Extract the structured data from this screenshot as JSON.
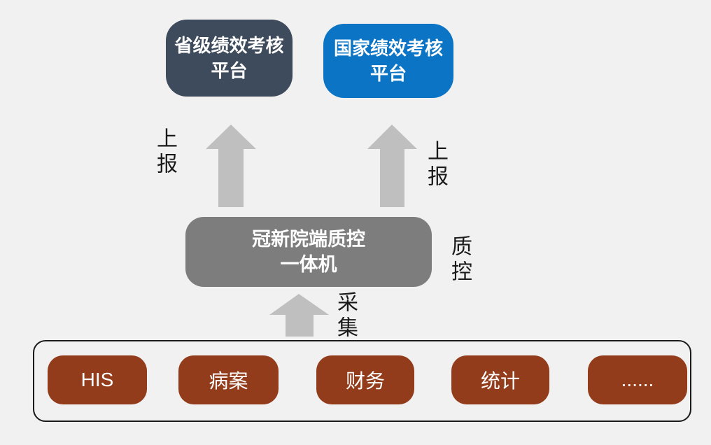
{
  "page": {
    "background_color": "#F1F1F1",
    "type": "architecture-diagram"
  },
  "platforms": [
    {
      "id": "provincial",
      "lines": [
        "省级绩效考核",
        "平台"
      ],
      "full_name": "省级绩效考核平台",
      "color": "#3E4B5C",
      "text_color": "#FFFFFF"
    },
    {
      "id": "national",
      "lines": [
        "国家绩效考核",
        "平台"
      ],
      "full_name": "国家绩效考核平台",
      "color": "#0B74C4",
      "text_color": "#FFFFFF"
    }
  ],
  "qc_appliance": {
    "lines": [
      "冠新院端质控",
      "一体机"
    ],
    "full_name": "冠新院端质控一体机",
    "color": "#7D7D7D",
    "text_color": "#FFFFFF"
  },
  "flow_labels": {
    "report_left": "上报",
    "report_right": "上报",
    "quality_control": "质控",
    "collect": "采集",
    "text_color": "#1A1A1A"
  },
  "arrows": {
    "color": "#BFBFBF",
    "items": [
      {
        "name": "report-arrow-left",
        "direction": "up",
        "from": "qc_appliance",
        "to": "provincial-platform"
      },
      {
        "name": "report-arrow-right",
        "direction": "up",
        "from": "qc_appliance",
        "to": "national-platform"
      },
      {
        "name": "collect-arrow",
        "direction": "up",
        "from": "sources-container",
        "to": "qc_appliance"
      }
    ]
  },
  "sources": {
    "container_border_color": "#1A1A1A",
    "item_color": "#933C1C",
    "item_text_color": "#FFFFFF",
    "items": [
      "HIS",
      "病案",
      "财务",
      "统计",
      "......"
    ]
  }
}
